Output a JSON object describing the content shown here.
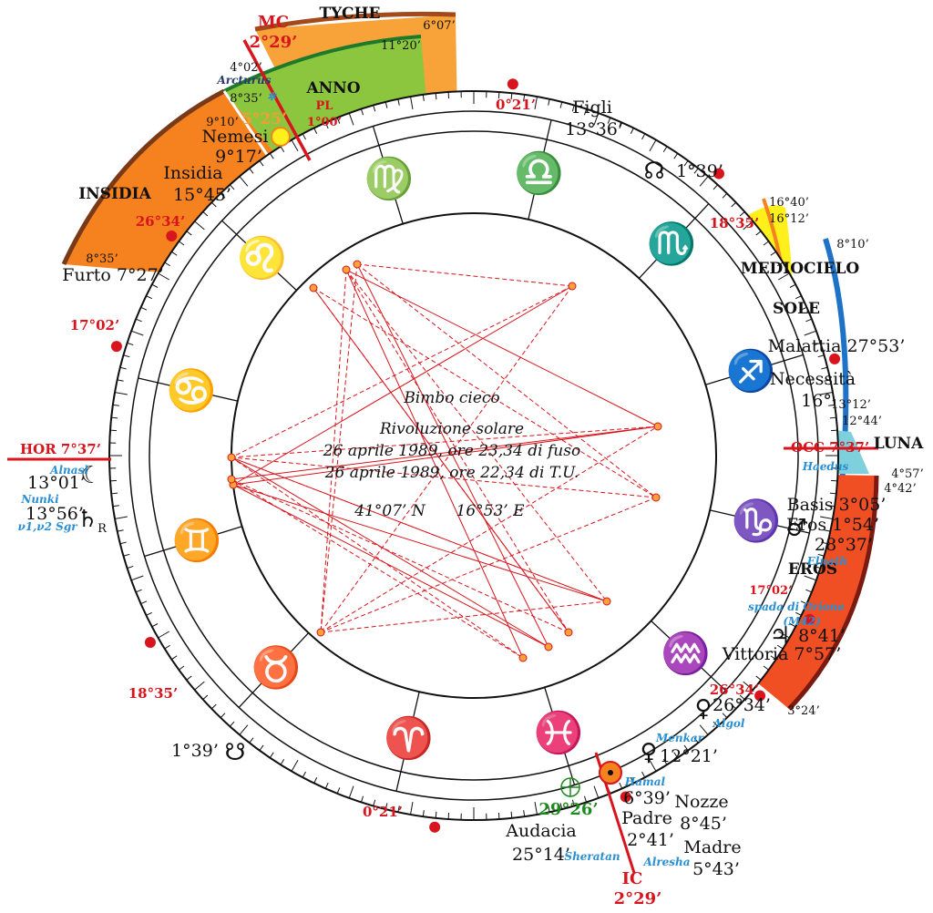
{
  "center": {
    "line1": "Bimbo cieco",
    "line2": "Rivoluzione solare",
    "line3": "26 aprile 1989, ore 23,34 di fuso",
    "line4": "26 aprile 1989, ore 22,34 di T.U.",
    "lat": "41°07’ N",
    "lon": "16°53’ E"
  },
  "signs": [
    "♎",
    "♍",
    "♌",
    "♋",
    "♊",
    "♉",
    "♈",
    "♓",
    "♒",
    "♑",
    "♐",
    "♏"
  ],
  "axes": {
    "mc_label": "MC",
    "mc_deg": "2°29’",
    "ic_label": "IC",
    "ic_deg": "2°29’",
    "hor": "HOR  7°37’",
    "occ": "OCC 7°37’"
  },
  "cusps": {
    "c1": "0°21’",
    "c2": "18°35’",
    "c3": "17°02’",
    "c4": "26°34’",
    "c5": "0°21’",
    "c6": "18°35’",
    "c7": "26°34’",
    "c8": "17°02’"
  },
  "sectors": {
    "tyche": "TYCHE",
    "tyche_deg": "6°07’",
    "anno": "ANNO",
    "anno_deg_top": "11°20’",
    "anno_deg_left": "4°02’",
    "insidia": "INSIDIA",
    "insidia_deg": "8°35’",
    "mediocielo": "MEDIOCIELO",
    "sole": "SOLE",
    "mediocielo_deg1": "16°40’",
    "mediocielo_deg2": "16°12’",
    "mediocielo_deg3": "8°10’",
    "luna": "LUNA",
    "luna_deg1": "4°57’",
    "luna_deg2": "4°42’",
    "eros": "EROS",
    "eros_deg": "3°24’"
  },
  "lots": {
    "figli": "Figli",
    "figli_deg": "13°36’",
    "nemesi": "Nemesi",
    "nemesi_deg": "9°17’",
    "nemesi_deg_top": "9°10’",
    "insidia": "Insidia",
    "insidia_deg": "15°45’",
    "furto": "Furto 7°27’",
    "malattia": "Malattia 27°53’",
    "necessita": "Necessità",
    "necessita_deg": "16°",
    "necessita_deg2": "13°12’",
    "necessita_deg3": "12°44’",
    "basis": "Basis 3°05’",
    "eros": "Eros 1°54’",
    "vittoria": "Vittoria 7°57’",
    "nozze": "Nozze",
    "nozze_deg": "8°45’",
    "padre": "Padre",
    "padre_deg": "2°41’",
    "madre": "Madre",
    "madre_deg": "5°43’",
    "audacia": "Audacia",
    "audacia_deg": "25°14’"
  },
  "planets": {
    "node_n": "☊",
    "node_n_deg": "1°39’",
    "node_s": "☋",
    "node_s_deg": "1°39’",
    "sun_deg": "5°25’",
    "pl": "PL",
    "pl_deg": "1°00’",
    "moon_deg": "13°01’",
    "saturn_deg": "13°56’",
    "retro": "R",
    "mars_deg": "28°37’",
    "jupiter_deg": "8°41’",
    "venus1_deg": "26°34’",
    "venus2_deg": "12°21’",
    "sun2_deg": "6°39’",
    "pof_deg": "29°26’",
    "arcturus_deg": "8°35’",
    "mars_glyph": "♂",
    "jupiter_glyph": "♃",
    "venus_glyph": "♀",
    "saturn_glyph": "♄",
    "moon_glyph": "☾"
  },
  "stars": {
    "arcturus": "Arcturus",
    "haedus": "Haedus",
    "elnath": "Elnath",
    "spada": "spada di Orione",
    "m42": "(M42)",
    "algol": "Algol",
    "menkar": "Menkar",
    "hamal": "Hamal",
    "sheratan": "Sheratan",
    "alresha": "Alresha",
    "alnasl": "Alnasl",
    "nunki": "Nunki",
    "sgr": "ν1,ν2 Sgr"
  },
  "colors": {
    "red": "#d8141c",
    "green": "#8cc63f",
    "orange": "#f5821f",
    "light_orange": "#f7a33a",
    "yellow": "#ffef1a",
    "cyan": "#7fd0dd",
    "eros": "#f04e23",
    "blue": "#1e73c8"
  }
}
